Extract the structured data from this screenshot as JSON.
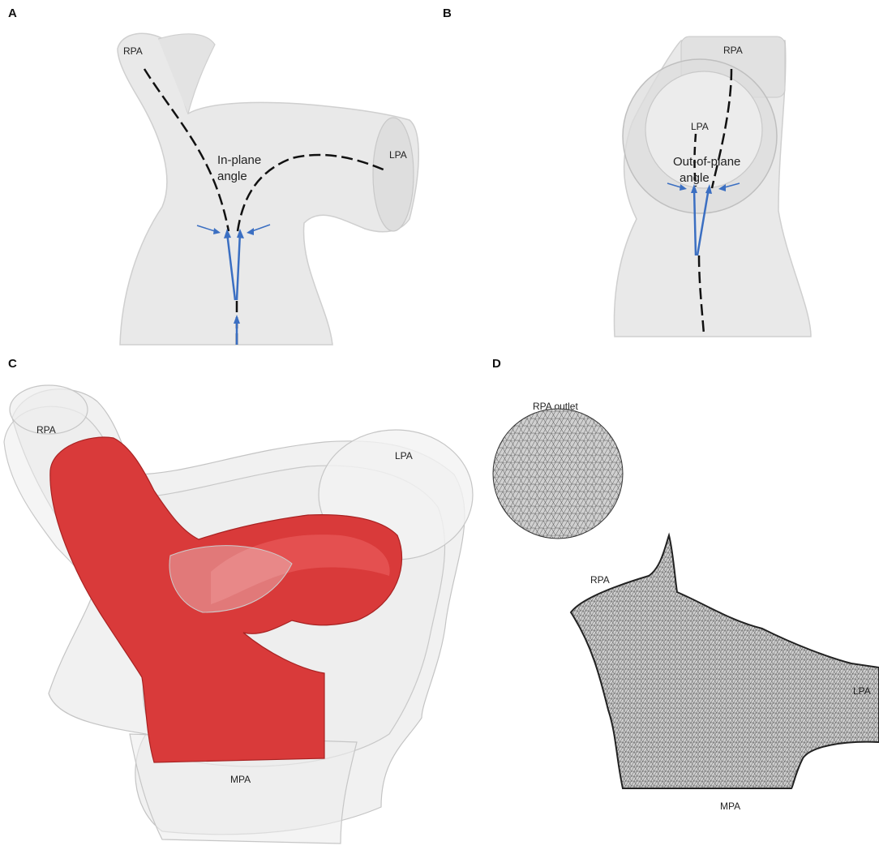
{
  "panels": {
    "a": {
      "letter": "A",
      "rpa": "RPA",
      "lpa": "LPA",
      "angle_line1": "In-plane",
      "angle_line2": "angle"
    },
    "b": {
      "letter": "B",
      "rpa": "RPA",
      "lpa": "LPA",
      "angle_line1": "Out-of-plane",
      "angle_line2": "angle"
    },
    "c": {
      "letter": "C",
      "rpa": "RPA",
      "lpa": "LPA",
      "mpa": "MPA"
    },
    "d": {
      "letter": "D",
      "outlet_label": "RPA outlet",
      "rpa": "RPA",
      "lpa": "LPA",
      "mpa": "MPA"
    }
  },
  "colors": {
    "vessel_fill": "#e9e9e9",
    "vessel_edge": "#c9c9c9",
    "centerline": "#111111",
    "arrow": "#3b6fc2",
    "red_model": "#d93a3a",
    "mesh_fill": "#cfcfcf",
    "mesh_line": "#555555"
  }
}
